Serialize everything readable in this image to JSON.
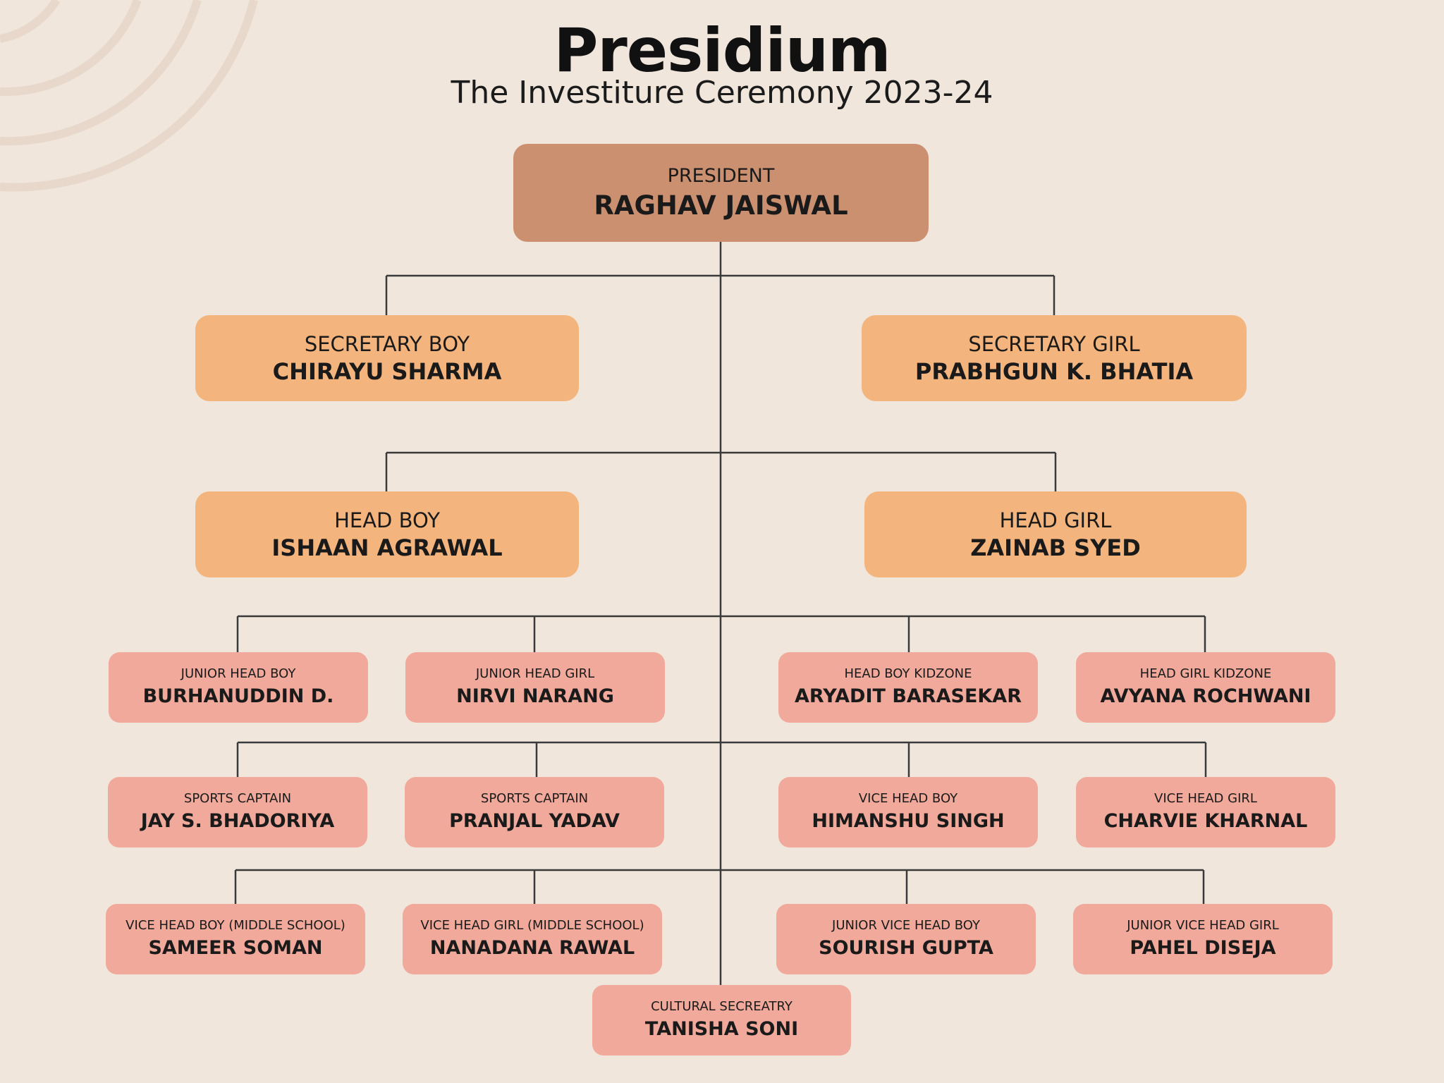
{
  "header": {
    "title": "Presidium",
    "subtitle": "The Investiture Ceremony 2023-24"
  },
  "nodes": {
    "president": {
      "role": "PRESIDENT",
      "name": "RAGHAV JAISWAL"
    },
    "secretary_boy": {
      "role": "SECRETARY BOY",
      "name": "CHIRAYU SHARMA"
    },
    "secretary_girl": {
      "role": "SECRETARY GIRL",
      "name": "PRABHGUN K. BHATIA"
    },
    "head_boy": {
      "role": "HEAD BOY",
      "name": "ISHAAN AGRAWAL"
    },
    "head_girl": {
      "role": "HEAD GIRL",
      "name": "ZAINAB SYED"
    },
    "junior_head_boy": {
      "role": "JUNIOR HEAD BOY",
      "name": "BURHANUDDIN D."
    },
    "junior_head_girl": {
      "role": "JUNIOR HEAD GIRL",
      "name": "NIRVI NARANG"
    },
    "head_boy_kidzone": {
      "role": "HEAD BOY KIDZONE",
      "name": "ARYADIT BARASEKAR"
    },
    "head_girl_kidzone": {
      "role": "HEAD GIRL KIDZONE",
      "name": "AVYANA ROCHWANI"
    },
    "sports_captain_1": {
      "role": "SPORTS CAPTAIN",
      "name": "JAY S. BHADORIYA"
    },
    "sports_captain_2": {
      "role": "SPORTS CAPTAIN",
      "name": "PRANJAL YADAV"
    },
    "vice_head_boy": {
      "role": "VICE HEAD BOY",
      "name": "HIMANSHU SINGH"
    },
    "vice_head_girl": {
      "role": "VICE HEAD GIRL",
      "name": "CHARVIE KHARNAL"
    },
    "vice_head_boy_ms": {
      "role": "VICE HEAD BOY (MIDDLE SCHOOL)",
      "name": "SAMEER SOMAN"
    },
    "vice_head_girl_ms": {
      "role": "VICE HEAD GIRL (MIDDLE SCHOOL)",
      "name": "NANADANA RAWAL"
    },
    "junior_vice_head_boy": {
      "role": "JUNIOR VICE HEAD BOY",
      "name": "SOURISH GUPTA"
    },
    "junior_vice_head_girl": {
      "role": "JUNIOR VICE HEAD GIRL",
      "name": "PAHEL DISEJA"
    },
    "cultural_secretary": {
      "role": "CULTURAL SECREATRY",
      "name": "TANISHA SONI"
    }
  },
  "colors": {
    "background": "#f0e6dc",
    "president_fill": "#ca9070",
    "senior_fill": "#f4b47d",
    "junior_fill": "#f0a99a",
    "connector": "#3a3a3a"
  }
}
